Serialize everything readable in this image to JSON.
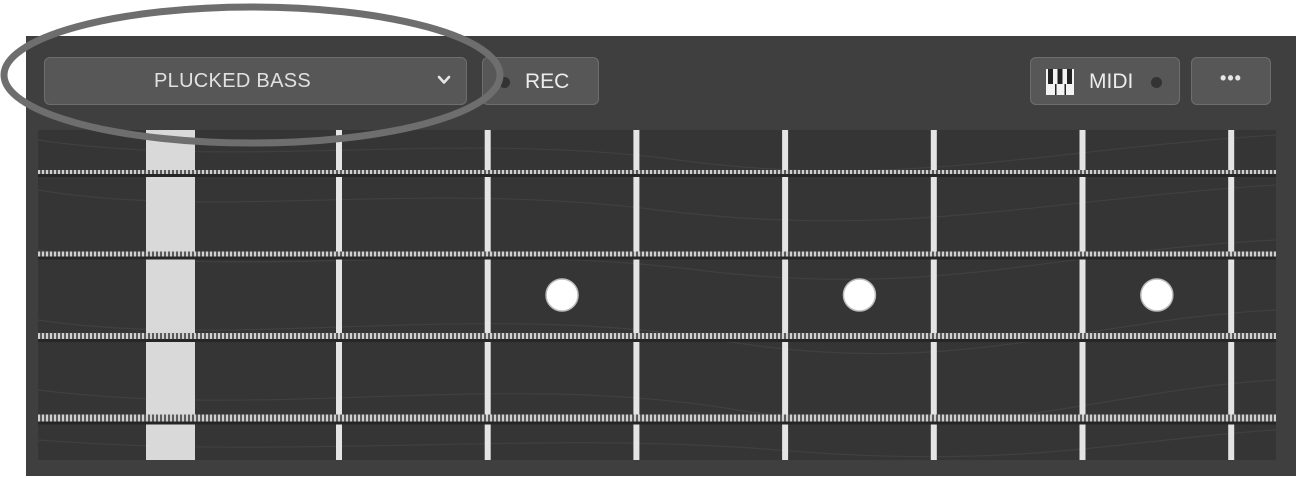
{
  "toolbar": {
    "instrument_label": "PLUCKED BASS",
    "instrument_chevron_icon": "chevron-down-icon",
    "rec_label": "REC",
    "midi_label": "MIDI",
    "midi_icon": "piano-keys-icon",
    "more_icon": "ellipsis-icon",
    "more_label": "•••"
  },
  "fretboard": {
    "string_count": 4,
    "fret_count": 7,
    "inlay_frets": [
      3,
      5,
      7
    ],
    "nut_color": "#d9d9d9",
    "fret_color": "#e4e4e4",
    "background_color": "#353535"
  },
  "annotation": {
    "highlight_target": "instrument-selector",
    "color": "#6e6e6e"
  }
}
